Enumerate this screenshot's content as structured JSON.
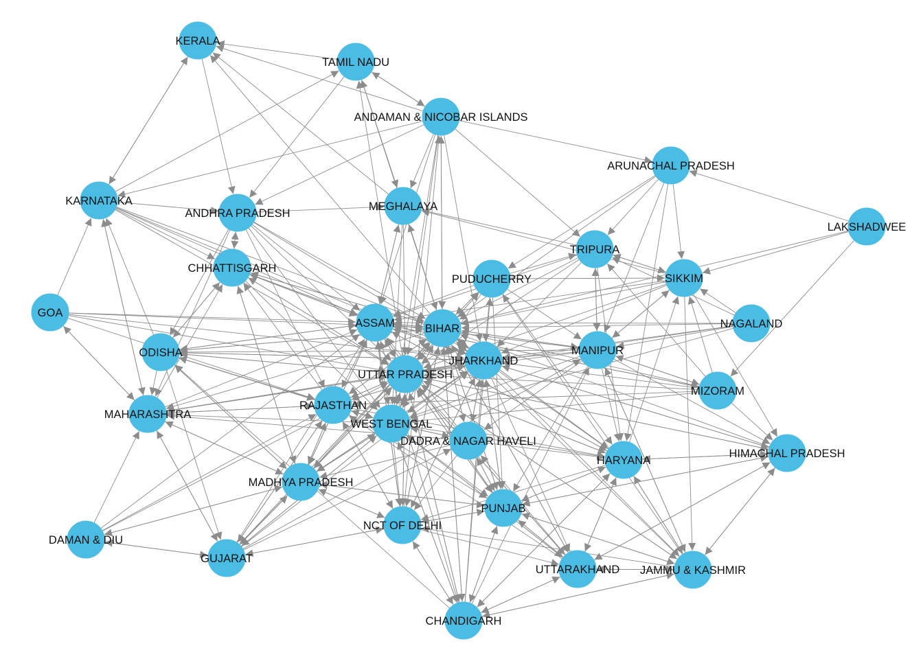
{
  "colors": {
    "background": "#ffffff",
    "node_fill": "#4bbde4",
    "edge_color": "#8c8c8c",
    "label_color": "#111111"
  },
  "nodes": [
    {
      "id": "KER",
      "label": "KERALA"
    },
    {
      "id": "TN",
      "label": "TAMIL NADU"
    },
    {
      "id": "AN",
      "label": "ANDAMAN & NICOBAR ISLANDS"
    },
    {
      "id": "ARP",
      "label": "ARUNACHAL PRADESH"
    },
    {
      "id": "KAR",
      "label": "KARNATAKA"
    },
    {
      "id": "AP",
      "label": "ANDHRA PRADESH"
    },
    {
      "id": "MEG",
      "label": "MEGHALAYA"
    },
    {
      "id": "LAK",
      "label": "LAKSHADWEE"
    },
    {
      "id": "TRI",
      "label": "TRIPURA"
    },
    {
      "id": "CHH",
      "label": "CHHATTISGARH"
    },
    {
      "id": "PUD",
      "label": "PUDUCHERRY"
    },
    {
      "id": "SIK",
      "label": "SIKKIM"
    },
    {
      "id": "GOA",
      "label": "GOA"
    },
    {
      "id": "ASM",
      "label": "ASSAM"
    },
    {
      "id": "BIH",
      "label": "BIHAR"
    },
    {
      "id": "NAG",
      "label": "NAGALAND"
    },
    {
      "id": "ODI",
      "label": "ODISHA"
    },
    {
      "id": "MAN",
      "label": "MANIPUR"
    },
    {
      "id": "JHA",
      "label": "JHARKHAND"
    },
    {
      "id": "UP",
      "label": "UTTAR PRADESH"
    },
    {
      "id": "MIZ",
      "label": "MIZORAM"
    },
    {
      "id": "MAH",
      "label": "MAHARASHTRA"
    },
    {
      "id": "RAJ",
      "label": "RAJASTHAN"
    },
    {
      "id": "WB",
      "label": "WEST BENGAL"
    },
    {
      "id": "DNH",
      "label": "DADRA & NAGAR HAVELI"
    },
    {
      "id": "HIM",
      "label": "HIMACHAL PRADESH"
    },
    {
      "id": "HAR",
      "label": "HARYANA"
    },
    {
      "id": "MP",
      "label": "MADHYA PRADESH"
    },
    {
      "id": "PUN",
      "label": "PUNJAB"
    },
    {
      "id": "DD",
      "label": "DAMAN & DIU"
    },
    {
      "id": "DEL",
      "label": "NCT OF DELHI"
    },
    {
      "id": "GUJ",
      "label": "GUJARAT"
    },
    {
      "id": "UTT",
      "label": "UTTARAKHAND"
    },
    {
      "id": "JK",
      "label": "JAMMU & KASHMIR"
    },
    {
      "id": "CHD",
      "label": "CHANDIGARH"
    }
  ],
  "edges": [
    [
      "TN",
      "KER"
    ],
    [
      "AN",
      "KER"
    ],
    [
      "KER",
      "KAR"
    ],
    [
      "KAR",
      "KER"
    ],
    [
      "KER",
      "AP"
    ],
    [
      "MEG",
      "KER"
    ],
    [
      "BIH",
      "KER"
    ],
    [
      "AN",
      "TN"
    ],
    [
      "TN",
      "AN"
    ],
    [
      "TN",
      "AP"
    ],
    [
      "KAR",
      "TN"
    ],
    [
      "TN",
      "MEG"
    ],
    [
      "BIH",
      "TN"
    ],
    [
      "UP",
      "TN"
    ],
    [
      "AN",
      "ARP"
    ],
    [
      "AN",
      "MEG"
    ],
    [
      "AN",
      "AP"
    ],
    [
      "AN",
      "KAR"
    ],
    [
      "AN",
      "ASM"
    ],
    [
      "AN",
      "BIH"
    ],
    [
      "AN",
      "UP"
    ],
    [
      "AN",
      "JHA"
    ],
    [
      "AN",
      "TRI"
    ],
    [
      "AN",
      "WB"
    ],
    [
      "BIH",
      "AN"
    ],
    [
      "LAK",
      "ARP"
    ],
    [
      "ARP",
      "TRI"
    ],
    [
      "ARP",
      "PUD"
    ],
    [
      "ARP",
      "BIH"
    ],
    [
      "ARP",
      "MAN"
    ],
    [
      "ARP",
      "SIK"
    ],
    [
      "KAR",
      "AP"
    ],
    [
      "GOA",
      "KAR"
    ],
    [
      "KAR",
      "MAH"
    ],
    [
      "MAH",
      "KAR"
    ],
    [
      "KAR",
      "CHH"
    ],
    [
      "KAR",
      "ASM"
    ],
    [
      "KAR",
      "BIH"
    ],
    [
      "KAR",
      "JHA"
    ],
    [
      "KAR",
      "UP"
    ],
    [
      "ODI",
      "KAR"
    ],
    [
      "AP",
      "CHH"
    ],
    [
      "CHH",
      "AP"
    ],
    [
      "AP",
      "ODI"
    ],
    [
      "AP",
      "ASM"
    ],
    [
      "AP",
      "BIH"
    ],
    [
      "AP",
      "UP"
    ],
    [
      "AP",
      "JHA"
    ],
    [
      "AP",
      "WB"
    ],
    [
      "AP",
      "RAJ"
    ],
    [
      "AP",
      "MAH"
    ],
    [
      "AP",
      "MEG"
    ],
    [
      "TRI",
      "MEG"
    ],
    [
      "MEG",
      "ASM"
    ],
    [
      "MEG",
      "BIH"
    ],
    [
      "MEG",
      "UP"
    ],
    [
      "ASM",
      "MEG"
    ],
    [
      "BIH",
      "MEG"
    ],
    [
      "SIK",
      "MEG"
    ],
    [
      "MEG",
      "WB"
    ],
    [
      "LAK",
      "SIK"
    ],
    [
      "LAK",
      "MIZ"
    ],
    [
      "LAK",
      "BIH"
    ],
    [
      "TRI",
      "SIK"
    ],
    [
      "SIK",
      "TRI"
    ],
    [
      "TRI",
      "ASM"
    ],
    [
      "TRI",
      "BIH"
    ],
    [
      "TRI",
      "MAN"
    ],
    [
      "MAN",
      "TRI"
    ],
    [
      "MIZ",
      "TRI"
    ],
    [
      "NAG",
      "TRI"
    ],
    [
      "TRI",
      "JHA"
    ],
    [
      "TRI",
      "UP"
    ],
    [
      "PUD",
      "TRI"
    ],
    [
      "CHH",
      "ASM"
    ],
    [
      "CHH",
      "BIH"
    ],
    [
      "CHH",
      "UP"
    ],
    [
      "CHH",
      "JHA"
    ],
    [
      "CHH",
      "WB"
    ],
    [
      "CHH",
      "MP"
    ],
    [
      "MP",
      "CHH"
    ],
    [
      "CHH",
      "ODI"
    ],
    [
      "ODI",
      "CHH"
    ],
    [
      "RAJ",
      "CHH"
    ],
    [
      "UP",
      "CHH"
    ],
    [
      "BIH",
      "CHH"
    ],
    [
      "MAH",
      "CHH"
    ],
    [
      "JHA",
      "CHH"
    ],
    [
      "PUD",
      "ASM"
    ],
    [
      "PUD",
      "BIH"
    ],
    [
      "PUD",
      "UP"
    ],
    [
      "PUD",
      "JHA"
    ],
    [
      "PUD",
      "WB"
    ],
    [
      "PUD",
      "MAN"
    ],
    [
      "PUD",
      "HAR"
    ],
    [
      "PUD",
      "PUN"
    ],
    [
      "PUD",
      "SIK"
    ],
    [
      "UP",
      "PUD"
    ],
    [
      "BIH",
      "PUD"
    ],
    [
      "SIK",
      "ASM"
    ],
    [
      "SIK",
      "BIH"
    ],
    [
      "SIK",
      "UP"
    ],
    [
      "SIK",
      "JHA"
    ],
    [
      "NAG",
      "SIK"
    ],
    [
      "MIZ",
      "SIK"
    ],
    [
      "MAN",
      "SIK"
    ],
    [
      "SIK",
      "MAN"
    ],
    [
      "HAR",
      "SIK"
    ],
    [
      "GOA",
      "ASM"
    ],
    [
      "GOA",
      "BIH"
    ],
    [
      "GOA",
      "UP"
    ],
    [
      "GOA",
      "JHA"
    ],
    [
      "GOA",
      "MAH"
    ],
    [
      "MAH",
      "GOA"
    ],
    [
      "GOA",
      "RAJ"
    ],
    [
      "ASM",
      "BIH"
    ],
    [
      "BIH",
      "ASM"
    ],
    [
      "ASM",
      "UP"
    ],
    [
      "UP",
      "ASM"
    ],
    [
      "ASM",
      "JHA"
    ],
    [
      "JHA",
      "ASM"
    ],
    [
      "ASM",
      "WB"
    ],
    [
      "WB",
      "ASM"
    ],
    [
      "ASM",
      "RAJ"
    ],
    [
      "ASM",
      "MAN"
    ],
    [
      "ASM",
      "MIZ"
    ],
    [
      "ASM",
      "ODI"
    ],
    [
      "ASM",
      "CHH"
    ],
    [
      "ASM",
      "MP"
    ],
    [
      "ASM",
      "DEL"
    ],
    [
      "ASM",
      "PUN"
    ],
    [
      "ASM",
      "HAR"
    ],
    [
      "BIH",
      "UP"
    ],
    [
      "UP",
      "BIH"
    ],
    [
      "BIH",
      "JHA"
    ],
    [
      "JHA",
      "BIH"
    ],
    [
      "BIH",
      "WB"
    ],
    [
      "WB",
      "BIH"
    ],
    [
      "BIH",
      "RAJ"
    ],
    [
      "BIH",
      "MAN"
    ],
    [
      "BIH",
      "DEL"
    ],
    [
      "BIH",
      "PUN"
    ],
    [
      "BIH",
      "HAR"
    ],
    [
      "BIH",
      "MP"
    ],
    [
      "BIH",
      "GUJ"
    ],
    [
      "BIH",
      "MAH"
    ],
    [
      "BIH",
      "ODI"
    ],
    [
      "BIH",
      "UTT"
    ],
    [
      "BIH",
      "CHD"
    ],
    [
      "BIH",
      "DNH"
    ],
    [
      "NAG",
      "ASM"
    ],
    [
      "NAG",
      "BIH"
    ],
    [
      "NAG",
      "MAN"
    ],
    [
      "NAG",
      "UP"
    ],
    [
      "NAG",
      "JHA"
    ],
    [
      "NAG",
      "WB"
    ],
    [
      "ODI",
      "ASM"
    ],
    [
      "ODI",
      "BIH"
    ],
    [
      "ODI",
      "UP"
    ],
    [
      "ODI",
      "JHA"
    ],
    [
      "ODI",
      "WB"
    ],
    [
      "WB",
      "ODI"
    ],
    [
      "ODI",
      "MAH"
    ],
    [
      "ODI",
      "RAJ"
    ],
    [
      "ODI",
      "GUJ"
    ],
    [
      "ODI",
      "MP"
    ],
    [
      "MP",
      "ODI"
    ],
    [
      "RAJ",
      "ODI"
    ],
    [
      "UP",
      "ODI"
    ],
    [
      "JHA",
      "ODI"
    ],
    [
      "MAN",
      "ODI"
    ],
    [
      "MAN",
      "ASM"
    ],
    [
      "MAN",
      "BIH"
    ],
    [
      "MAN",
      "UP"
    ],
    [
      "MAN",
      "JHA"
    ],
    [
      "MAN",
      "WB"
    ],
    [
      "MAN",
      "HAR"
    ],
    [
      "MAN",
      "MIZ"
    ],
    [
      "MIZ",
      "MAN"
    ],
    [
      "MAN",
      "DNH"
    ],
    [
      "MAN",
      "PUN"
    ],
    [
      "JHA",
      "UP"
    ],
    [
      "UP",
      "JHA"
    ],
    [
      "JHA",
      "WB"
    ],
    [
      "WB",
      "JHA"
    ],
    [
      "JHA",
      "RAJ"
    ],
    [
      "JHA",
      "HAR"
    ],
    [
      "JHA",
      "PUN"
    ],
    [
      "JHA",
      "DEL"
    ],
    [
      "JHA",
      "UTT"
    ],
    [
      "JHA",
      "JK"
    ],
    [
      "JHA",
      "MP"
    ],
    [
      "JHA",
      "DNH"
    ],
    [
      "DNH",
      "JHA"
    ],
    [
      "UP",
      "WB"
    ],
    [
      "WB",
      "UP"
    ],
    [
      "UP",
      "RAJ"
    ],
    [
      "RAJ",
      "UP"
    ],
    [
      "UP",
      "MP"
    ],
    [
      "UP",
      "DEL"
    ],
    [
      "UP",
      "HAR"
    ],
    [
      "UP",
      "PUN"
    ],
    [
      "UP",
      "UTT"
    ],
    [
      "UP",
      "JK"
    ],
    [
      "UP",
      "GUJ"
    ],
    [
      "UP",
      "MAH"
    ],
    [
      "UP",
      "CHD"
    ],
    [
      "UP",
      "HIM"
    ],
    [
      "MIZ",
      "ASM"
    ],
    [
      "MIZ",
      "BIH"
    ],
    [
      "MIZ",
      "UP"
    ],
    [
      "MIZ",
      "JHA"
    ],
    [
      "MIZ",
      "HIM"
    ],
    [
      "MIZ",
      "RAJ"
    ],
    [
      "MIZ",
      "WB"
    ],
    [
      "MAH",
      "RAJ"
    ],
    [
      "MAH",
      "MP"
    ],
    [
      "MP",
      "MAH"
    ],
    [
      "MAH",
      "GUJ"
    ],
    [
      "GUJ",
      "MAH"
    ],
    [
      "MAH",
      "ASM"
    ],
    [
      "MAH",
      "UP"
    ],
    [
      "MAH",
      "JHA"
    ],
    [
      "DD",
      "MAH"
    ],
    [
      "RAJ",
      "MAH"
    ],
    [
      "WB",
      "MAH"
    ],
    [
      "DNH",
      "MAH"
    ],
    [
      "RAJ",
      "WB"
    ],
    [
      "WB",
      "RAJ"
    ],
    [
      "RAJ",
      "MP"
    ],
    [
      "MP",
      "RAJ"
    ],
    [
      "RAJ",
      "GUJ"
    ],
    [
      "GUJ",
      "RAJ"
    ],
    [
      "RAJ",
      "DEL"
    ],
    [
      "DEL",
      "RAJ"
    ],
    [
      "RAJ",
      "HAR"
    ],
    [
      "RAJ",
      "PUN"
    ],
    [
      "RAJ",
      "BIH"
    ],
    [
      "RAJ",
      "JHA"
    ],
    [
      "MP",
      "UP"
    ],
    [
      "WB",
      "MP"
    ],
    [
      "WB",
      "DEL"
    ],
    [
      "WB",
      "HAR"
    ],
    [
      "WB",
      "PUN"
    ],
    [
      "WB",
      "UTT"
    ],
    [
      "WB",
      "GUJ"
    ],
    [
      "WB",
      "DNH"
    ],
    [
      "DNH",
      "WB"
    ],
    [
      "WB",
      "CHD"
    ],
    [
      "DNH",
      "MP"
    ],
    [
      "DNH",
      "HAR"
    ],
    [
      "DNH",
      "PUN"
    ],
    [
      "DNH",
      "ASM"
    ],
    [
      "DNH",
      "BIH"
    ],
    [
      "DNH",
      "UP"
    ],
    [
      "GUJ",
      "DNH"
    ],
    [
      "DNH",
      "DEL"
    ],
    [
      "PUN",
      "DNH"
    ],
    [
      "HIM",
      "HAR"
    ],
    [
      "HAR",
      "HIM"
    ],
    [
      "HIM",
      "PUN"
    ],
    [
      "PUN",
      "HIM"
    ],
    [
      "HIM",
      "JK"
    ],
    [
      "JK",
      "HIM"
    ],
    [
      "HIM",
      "UTT"
    ],
    [
      "HIM",
      "BIH"
    ],
    [
      "HIM",
      "UP"
    ],
    [
      "HIM",
      "JHA"
    ],
    [
      "SIK",
      "HIM"
    ],
    [
      "MAN",
      "HIM"
    ],
    [
      "JHA",
      "HIM"
    ],
    [
      "HAR",
      "PUN"
    ],
    [
      "PUN",
      "HAR"
    ],
    [
      "HAR",
      "DEL"
    ],
    [
      "HAR",
      "UTT"
    ],
    [
      "HAR",
      "JK"
    ],
    [
      "HAR",
      "CHD"
    ],
    [
      "HAR",
      "UP"
    ],
    [
      "HAR",
      "BIH"
    ],
    [
      "HAR",
      "ASM"
    ],
    [
      "TRI",
      "HAR"
    ],
    [
      "ARP",
      "HAR"
    ],
    [
      "MP",
      "GUJ"
    ],
    [
      "GUJ",
      "MP"
    ],
    [
      "MP",
      "ASM"
    ],
    [
      "MP",
      "BIH"
    ],
    [
      "MP",
      "JHA"
    ],
    [
      "MP",
      "WB"
    ],
    [
      "MP",
      "DEL"
    ],
    [
      "DD",
      "MP"
    ],
    [
      "MP",
      "DD"
    ],
    [
      "DD",
      "GUJ"
    ],
    [
      "GUJ",
      "DD"
    ],
    [
      "MP",
      "PUN"
    ],
    [
      "PUN",
      "DEL"
    ],
    [
      "DEL",
      "PUN"
    ],
    [
      "PUN",
      "UTT"
    ],
    [
      "UTT",
      "PUN"
    ],
    [
      "PUN",
      "JK"
    ],
    [
      "JK",
      "PUN"
    ],
    [
      "PUN",
      "CHD"
    ],
    [
      "CHD",
      "PUN"
    ],
    [
      "PUN",
      "BIH"
    ],
    [
      "PUN",
      "UP"
    ],
    [
      "PUN",
      "JHA"
    ],
    [
      "PUN",
      "ASM"
    ],
    [
      "PUN",
      "MP"
    ],
    [
      "DD",
      "ASM"
    ],
    [
      "DD",
      "UP"
    ],
    [
      "DD",
      "RAJ"
    ],
    [
      "DEL",
      "UP"
    ],
    [
      "DEL",
      "BIH"
    ],
    [
      "DEL",
      "JHA"
    ],
    [
      "DEL",
      "ASM"
    ],
    [
      "DEL",
      "MP"
    ],
    [
      "DEL",
      "GUJ"
    ],
    [
      "GUJ",
      "DEL"
    ],
    [
      "DEL",
      "CHD"
    ],
    [
      "CHD",
      "DEL"
    ],
    [
      "DEL",
      "AN"
    ],
    [
      "DEL",
      "UTT"
    ],
    [
      "GUJ",
      "UP"
    ],
    [
      "GUJ",
      "BIH"
    ],
    [
      "GUJ",
      "JHA"
    ],
    [
      "GUJ",
      "ASM"
    ],
    [
      "GUJ",
      "WB"
    ],
    [
      "GUJ",
      "MAN"
    ],
    [
      "UTT",
      "JK"
    ],
    [
      "JK",
      "UTT"
    ],
    [
      "UTT",
      "HAR"
    ],
    [
      "UTT",
      "UP"
    ],
    [
      "UTT",
      "BIH"
    ],
    [
      "UTT",
      "CHD"
    ],
    [
      "UTT",
      "HIM"
    ],
    [
      "UTT",
      "DNH"
    ],
    [
      "UTT",
      "WB"
    ],
    [
      "UTT",
      "RAJ"
    ],
    [
      "JK",
      "BIH"
    ],
    [
      "JK",
      "UP"
    ],
    [
      "JK",
      "HAR"
    ],
    [
      "JK",
      "CHD"
    ],
    [
      "JK",
      "DEL"
    ],
    [
      "JK",
      "MAN"
    ],
    [
      "JK",
      "PUD"
    ],
    [
      "SIK",
      "JK"
    ],
    [
      "MAN",
      "JK"
    ],
    [
      "CHD",
      "BIH"
    ],
    [
      "CHD",
      "UP"
    ],
    [
      "CHD",
      "JHA"
    ],
    [
      "CHD",
      "WB"
    ],
    [
      "CHD",
      "HAR"
    ],
    [
      "CHD",
      "UTT"
    ],
    [
      "CHD",
      "JK"
    ],
    [
      "CHD",
      "MAN"
    ],
    [
      "CHD",
      "ASM"
    ],
    [
      "CHD",
      "ODI"
    ],
    [
      "CHD",
      "PUD"
    ]
  ]
}
